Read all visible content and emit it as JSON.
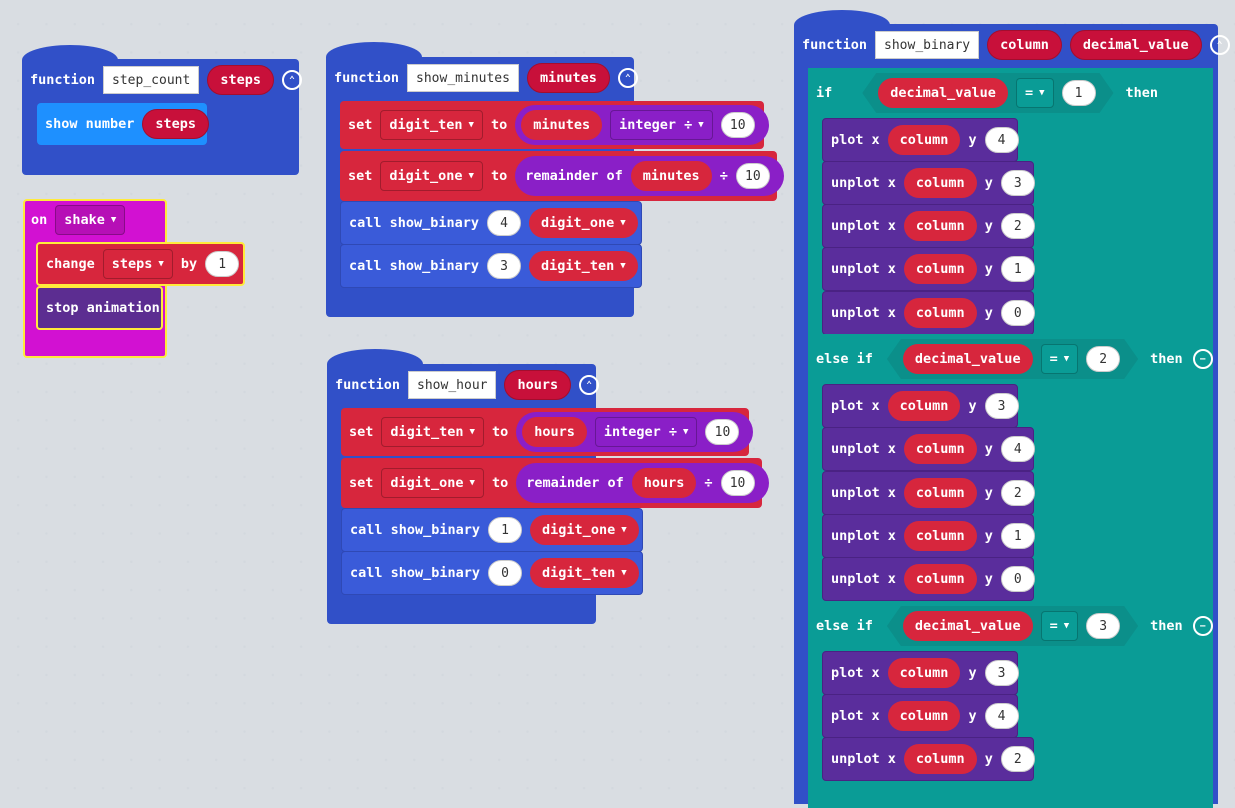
{
  "step_count": {
    "kw": "function",
    "name": "step_count",
    "param": "steps",
    "body": {
      "label": "show number",
      "arg": "steps"
    }
  },
  "on_shake": {
    "kw": "on",
    "event": "shake",
    "change": {
      "kw": "change",
      "var": "steps",
      "by": "by",
      "val": "1"
    },
    "stop": "stop animation"
  },
  "show_minutes": {
    "kw": "function",
    "name": "show_minutes",
    "param": "minutes",
    "rows": [
      {
        "set": "set",
        "var": "digit_ten",
        "to": "to",
        "arg": "minutes",
        "op": "integer ÷",
        "val": "10"
      },
      {
        "set": "set",
        "var": "digit_one",
        "to": "to",
        "op": "remainder of",
        "arg": "minutes",
        "div": "÷",
        "val": "10"
      },
      {
        "call": "call show_binary",
        "num": "4",
        "var": "digit_one"
      },
      {
        "call": "call show_binary",
        "num": "3",
        "var": "digit_ten"
      }
    ]
  },
  "show_hour": {
    "kw": "function",
    "name": "show_hour",
    "param": "hours",
    "rows": [
      {
        "set": "set",
        "var": "digit_ten",
        "to": "to",
        "arg": "hours",
        "op": "integer ÷",
        "val": "10"
      },
      {
        "set": "set",
        "var": "digit_one",
        "to": "to",
        "op": "remainder of",
        "arg": "hours",
        "div": "÷",
        "val": "10"
      },
      {
        "call": "call show_binary",
        "num": "1",
        "var": "digit_one"
      },
      {
        "call": "call show_binary",
        "num": "0",
        "var": "digit_ten"
      }
    ]
  },
  "show_binary": {
    "kw": "function",
    "name": "show_binary",
    "p1": "column",
    "p2": "decimal_value",
    "if_kw": "if",
    "elseif_kw": "else if",
    "then_kw": "then",
    "cond_var": "decimal_value",
    "eq": "=",
    "branches": [
      {
        "val": "1",
        "rows": [
          {
            "op": "plot",
            "y": "4"
          },
          {
            "op": "unplot",
            "y": "3"
          },
          {
            "op": "unplot",
            "y": "2"
          },
          {
            "op": "unplot",
            "y": "1"
          },
          {
            "op": "unplot",
            "y": "0"
          }
        ]
      },
      {
        "val": "2",
        "rows": [
          {
            "op": "plot",
            "y": "3"
          },
          {
            "op": "unplot",
            "y": "4"
          },
          {
            "op": "unplot",
            "y": "2"
          },
          {
            "op": "unplot",
            "y": "1"
          },
          {
            "op": "unplot",
            "y": "0"
          }
        ]
      },
      {
        "val": "3",
        "rows": [
          {
            "op": "plot",
            "y": "3"
          },
          {
            "op": "plot",
            "y": "4"
          },
          {
            "op": "unplot",
            "y": "2"
          }
        ]
      }
    ],
    "x_kw": "x",
    "y_kw": "y",
    "col": "column"
  }
}
